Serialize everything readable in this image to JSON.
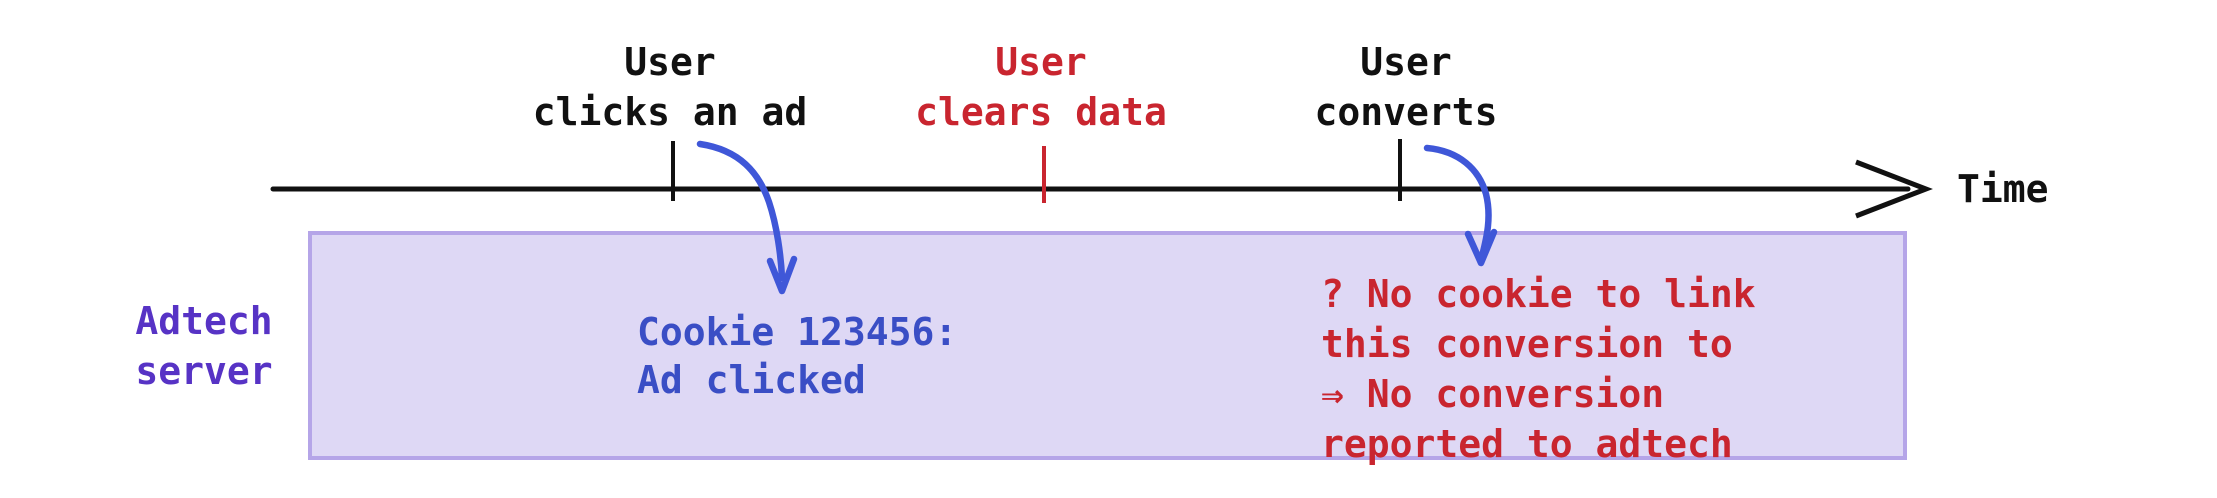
{
  "colors": {
    "ink": "#111111",
    "red": "#c9252f",
    "blue": "#3a4ec5",
    "purple": "#5733c5",
    "arrow_blue": "#3f57d8",
    "box_fill": "#ded8f5",
    "box_border": "#b5a5e8"
  },
  "timeline": {
    "axis_label": "Time",
    "events": [
      {
        "id": "ad-click",
        "lines": [
          "User",
          "clicks an ad"
        ]
      },
      {
        "id": "clear-data",
        "lines": [
          "User",
          "clears data"
        ]
      },
      {
        "id": "convert",
        "lines": [
          "User",
          "converts"
        ]
      }
    ]
  },
  "lane": {
    "label_lines": [
      "Adtech",
      "server"
    ]
  },
  "notes": {
    "cookie": {
      "lines": [
        "Cookie 123456:",
        "Ad clicked"
      ]
    },
    "no_cookie": {
      "lines": [
        "? No cookie to link",
        "this conversion to",
        "⇒ No conversion",
        "reported to adtech"
      ]
    }
  },
  "icons": [
    "time-axis-arrowhead-icon",
    "curved-arrow-ad-click-arrowhead-icon",
    "curved-arrow-conversion-arrowhead-icon"
  ]
}
